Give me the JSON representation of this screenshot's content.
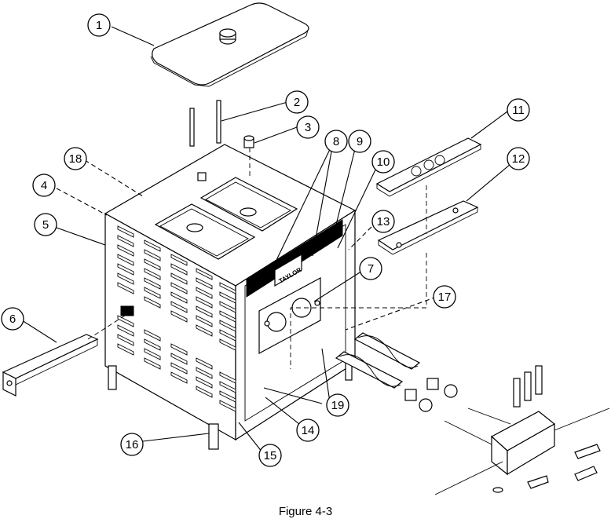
{
  "figure": {
    "caption": "Figure 4-3"
  },
  "brand_label": "TAYLOR",
  "callouts": [
    "1",
    "2",
    "3",
    "4",
    "5",
    "6",
    "7",
    "8",
    "9",
    "10",
    "11",
    "12",
    "13",
    "14",
    "15",
    "16",
    "17",
    "18",
    "19"
  ]
}
